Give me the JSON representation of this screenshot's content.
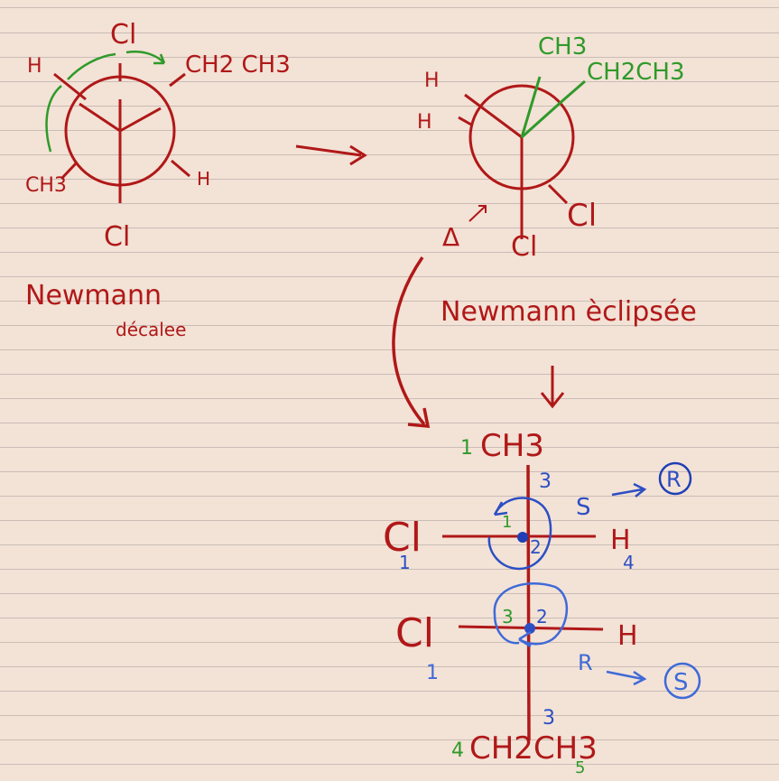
{
  "colors": {
    "red": "#b01818",
    "green": "#2f9a2a",
    "blue": "#2c4fc4",
    "light_blue": "#3f6ad8",
    "paper": "#f3e2d6"
  },
  "staggered": {
    "top": "Cl",
    "top_left": "H",
    "top_right": "CH2 CH3",
    "bottom_left": "CH3",
    "bottom_right": "H",
    "bottom": "Cl",
    "caption_line1": "Newmann",
    "caption_line2": "décalee"
  },
  "eclipsed": {
    "green_top": "CH3",
    "green_right": "CH2CH3",
    "left_top": "H",
    "left_mid": "H",
    "right_bottom": "Cl",
    "bottom": "Cl",
    "caption": "Newmann èclipsée",
    "delta": "Δ"
  },
  "fischer": {
    "top_num": "1",
    "top_group": "CH3",
    "c2": {
      "left": "Cl",
      "right": "H",
      "n_left": "1",
      "n_right": "4",
      "n_top": "3",
      "n_center": "2",
      "n_green": "1",
      "rot": "S",
      "result": "R"
    },
    "c3": {
      "left": "Cl",
      "right": "H",
      "n_left": "1",
      "n_center": "2",
      "n_green": "3",
      "n_bottom": "3",
      "rot": "R",
      "result": "S"
    },
    "bottom_num": "4",
    "bottom_group": "CH2CH3",
    "bottom_sub": "5"
  }
}
